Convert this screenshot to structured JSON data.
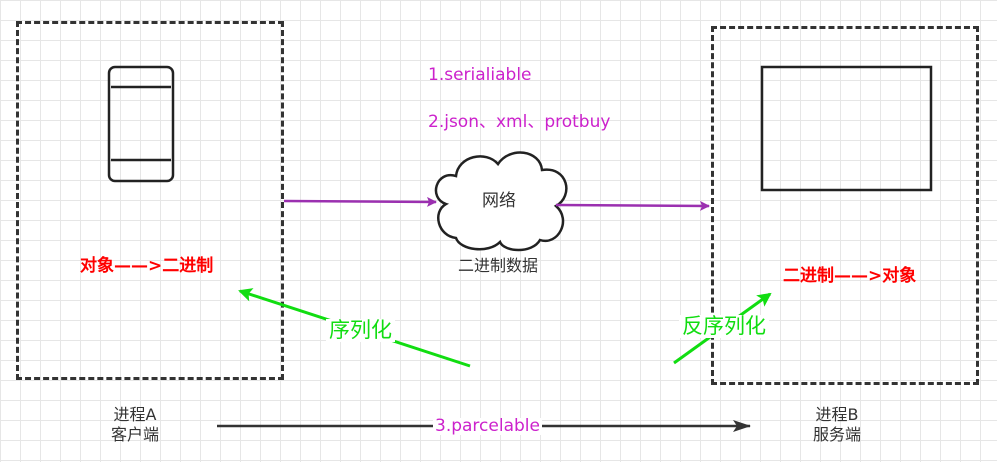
{
  "colors": {
    "purple_arrow": "#9b30b0",
    "green": "#11dd11",
    "red": "#ff0000",
    "magenta": "#cc22cc",
    "dark": "#333333"
  },
  "client": {
    "label_line1": "进程A",
    "label_line2": "客户端",
    "conversion": "对象——>二进制",
    "device_icon": "phone-icon"
  },
  "server": {
    "label_line1": "进程B",
    "label_line2": "服务端",
    "conversion": "二进制——>对象",
    "device_icon": "monitor-icon"
  },
  "network": {
    "cloud_label": "网络",
    "data_label": "二进制数据",
    "icon": "cloud-icon"
  },
  "methods": {
    "item1": "1.serialiable",
    "item2": "2.json、xml、protbuy",
    "item3": "3.parcelable"
  },
  "labels": {
    "serialize": "序列化",
    "deserialize": "反序列化"
  }
}
